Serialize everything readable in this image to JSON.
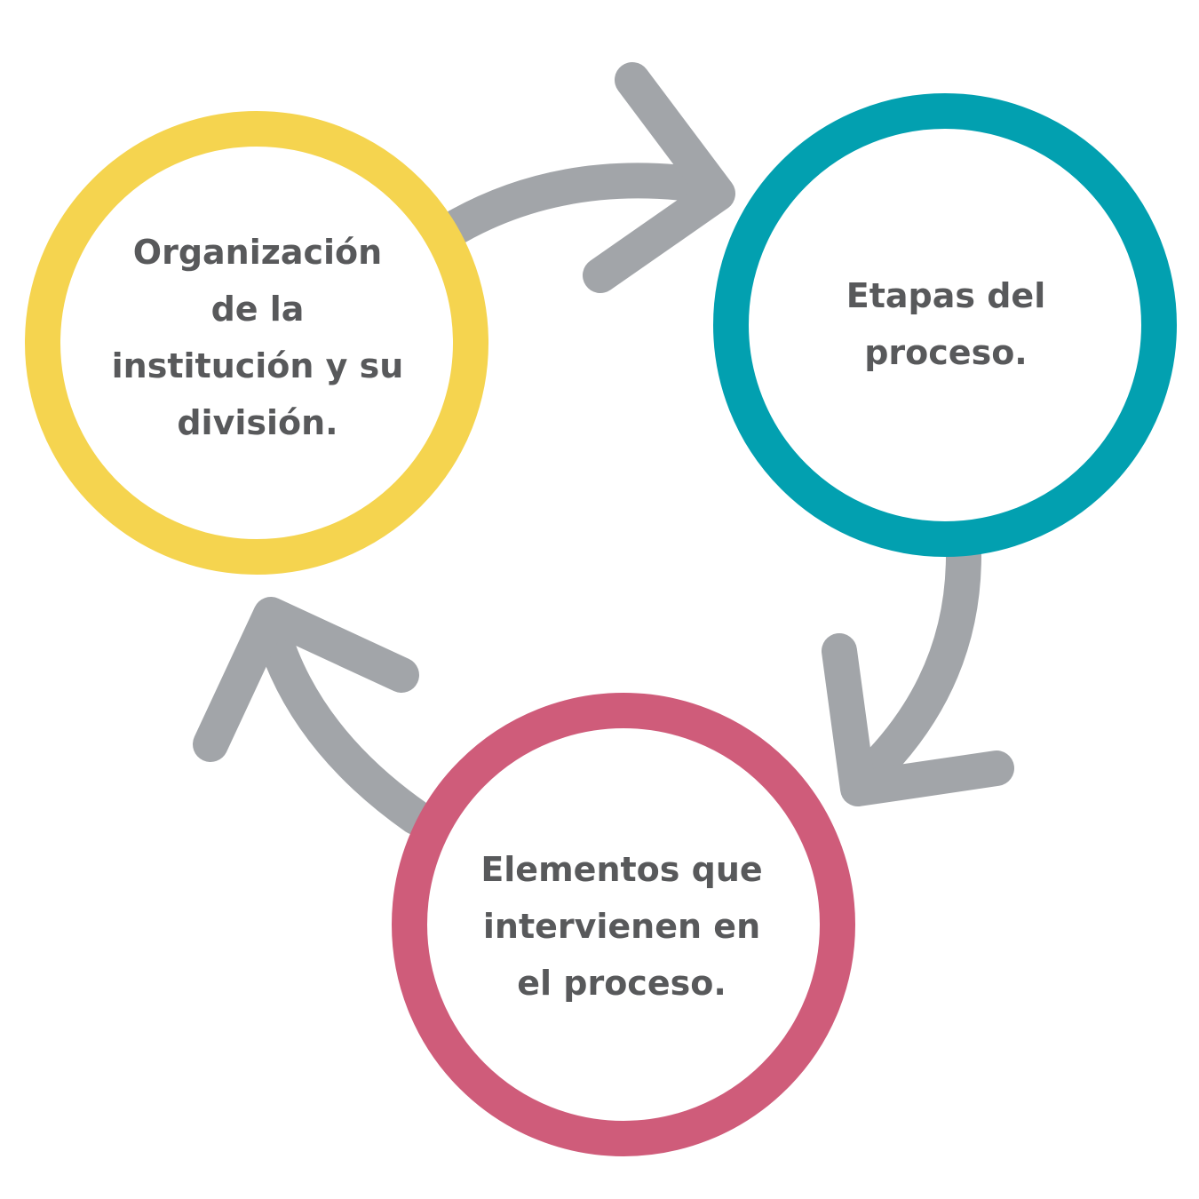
{
  "diagram": {
    "colors": {
      "yellow": "#f5d44f",
      "teal": "#02a0b0",
      "pink": "#cf5c7a",
      "arrow": "#a2a5a9",
      "text": "#58595b"
    },
    "nodes": [
      {
        "id": "organizacion",
        "lines": [
          "Organización",
          "de la",
          "institución y su",
          "división."
        ],
        "color": "yellow"
      },
      {
        "id": "etapas",
        "lines": [
          "Etapas del",
          "proceso."
        ],
        "color": "teal"
      },
      {
        "id": "elementos",
        "lines": [
          "Elementos que",
          "intervienen en",
          "el proceso."
        ],
        "color": "pink"
      }
    ]
  }
}
